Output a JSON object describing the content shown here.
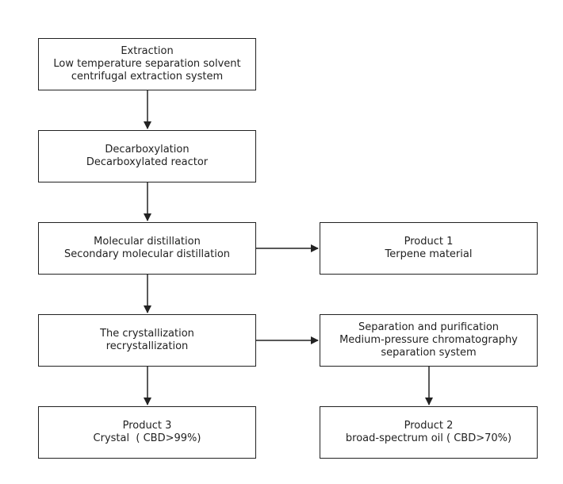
{
  "boxes": {
    "extraction": {
      "title": "Extraction",
      "line2": "Low temperature separation solvent",
      "line3": "centrifugal extraction system"
    },
    "decarboxylation": {
      "title": "Decarboxylation",
      "line2": "Decarboxylated reactor"
    },
    "molecular_distillation": {
      "title": "Molecular distillation",
      "line2": "Secondary molecular distillation"
    },
    "crystallization": {
      "title": "The crystallization",
      "line2": "recrystallization"
    },
    "product3": {
      "title": "Product 3",
      "line2": "Crystal  ( CBD>99%)"
    },
    "product1": {
      "title": "Product 1",
      "line2": "Terpene material"
    },
    "separation": {
      "title": "Separation and purification",
      "line2": "Medium-pressure chromatography",
      "line3": "separation system"
    },
    "product2": {
      "title": "Product 2",
      "line2": "broad-spectrum oil ( CBD>70%)"
    }
  },
  "colors": {
    "stroke": "#222222",
    "background": "#ffffff"
  }
}
